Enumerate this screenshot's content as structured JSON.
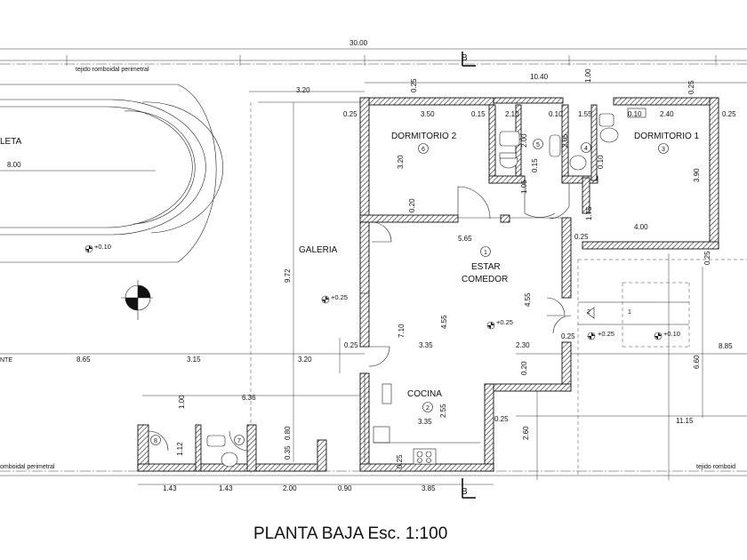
{
  "title": "PLANTA BAJA  Esc. 1:100",
  "rooms": {
    "dormitorio2": {
      "label": "DORMITORIO 2",
      "num": "6"
    },
    "dormitorio1": {
      "label": "DORMITORIO 1",
      "num": "3"
    },
    "estar_line1": "ESTAR",
    "estar_line2": "COMEDOR",
    "estar_num": "1",
    "cocina": {
      "label": "COCINA",
      "num": "2"
    },
    "galeria": "GALERIA",
    "pileta": "LETA",
    "bano_num": "5",
    "bano2_num": "4",
    "bano_ext_num": "7",
    "lav_num": "8"
  },
  "notes": {
    "fence_top": "tejido romboidal perimetral",
    "fence_bottom_left": "omboidal perimetral",
    "fence_bottom_right": "tejido romboid",
    "left_edge": "NTE",
    "section_mark": "B"
  },
  "levels": {
    "pool": "+0.10",
    "galeria": "+0.25",
    "estar": "+0.25",
    "patio": "+0.25",
    "patio2": "+0.10"
  },
  "stair": {
    "s1": "2",
    "s2": "1"
  },
  "dims": {
    "overall": "30.00",
    "right_width": "10.40",
    "top_100": "1.00",
    "top_025_a": "0.25",
    "top_025_b": "0.25",
    "top_025_c": "0.25",
    "gal_320": "3.20",
    "pool_800": "8.00",
    "d2_350": "3.50",
    "d2_015": "0.15",
    "b_210": "2.10",
    "b_010a": "0.10",
    "b_155": "1.55",
    "b_010b": "0.10",
    "d1_240": "2.40",
    "d1_025": "0.25",
    "d2_left_025": "0.25",
    "d2_h_320": "3.20",
    "b_200": "2.00",
    "b_015": "0.15",
    "b_105": "1.05",
    "b_205": "2.05",
    "b_010v": "0.10",
    "d1_h_390": "3.90",
    "d1_400": "4.00",
    "d1_175": "1.75",
    "d1_025b": "0.25",
    "d1_025r": "0.25",
    "d2_020": "0.20",
    "e_565": "5.65",
    "gal_h_972": "9.72",
    "e_710": "7.10",
    "e_455a": "4.55",
    "e_455b": "4.55",
    "gal_025": "0.25",
    "e_335": "3.35",
    "e_230": "2.30",
    "p_025": "0.25",
    "r_885": "8.85",
    "r_660": "6.60",
    "row_865": "8.65",
    "row_315": "3.15",
    "row_320": "3.20",
    "c_020": "0.20",
    "ext_636": "6.36",
    "ext_100": "1.00",
    "c_255": "2.55",
    "c_335": "3.35",
    "c_025": "0.25",
    "c_260": "2.60",
    "r_1115": "11.15",
    "ext_112": "1.12",
    "ext_080": "0.80",
    "ext_035": "0.35",
    "c_025b": "0.25",
    "bot_143a": "1.43",
    "bot_143b": "1.43",
    "bot_200": "2.00",
    "bot_090": "0.90",
    "bot_385": "3.85"
  }
}
